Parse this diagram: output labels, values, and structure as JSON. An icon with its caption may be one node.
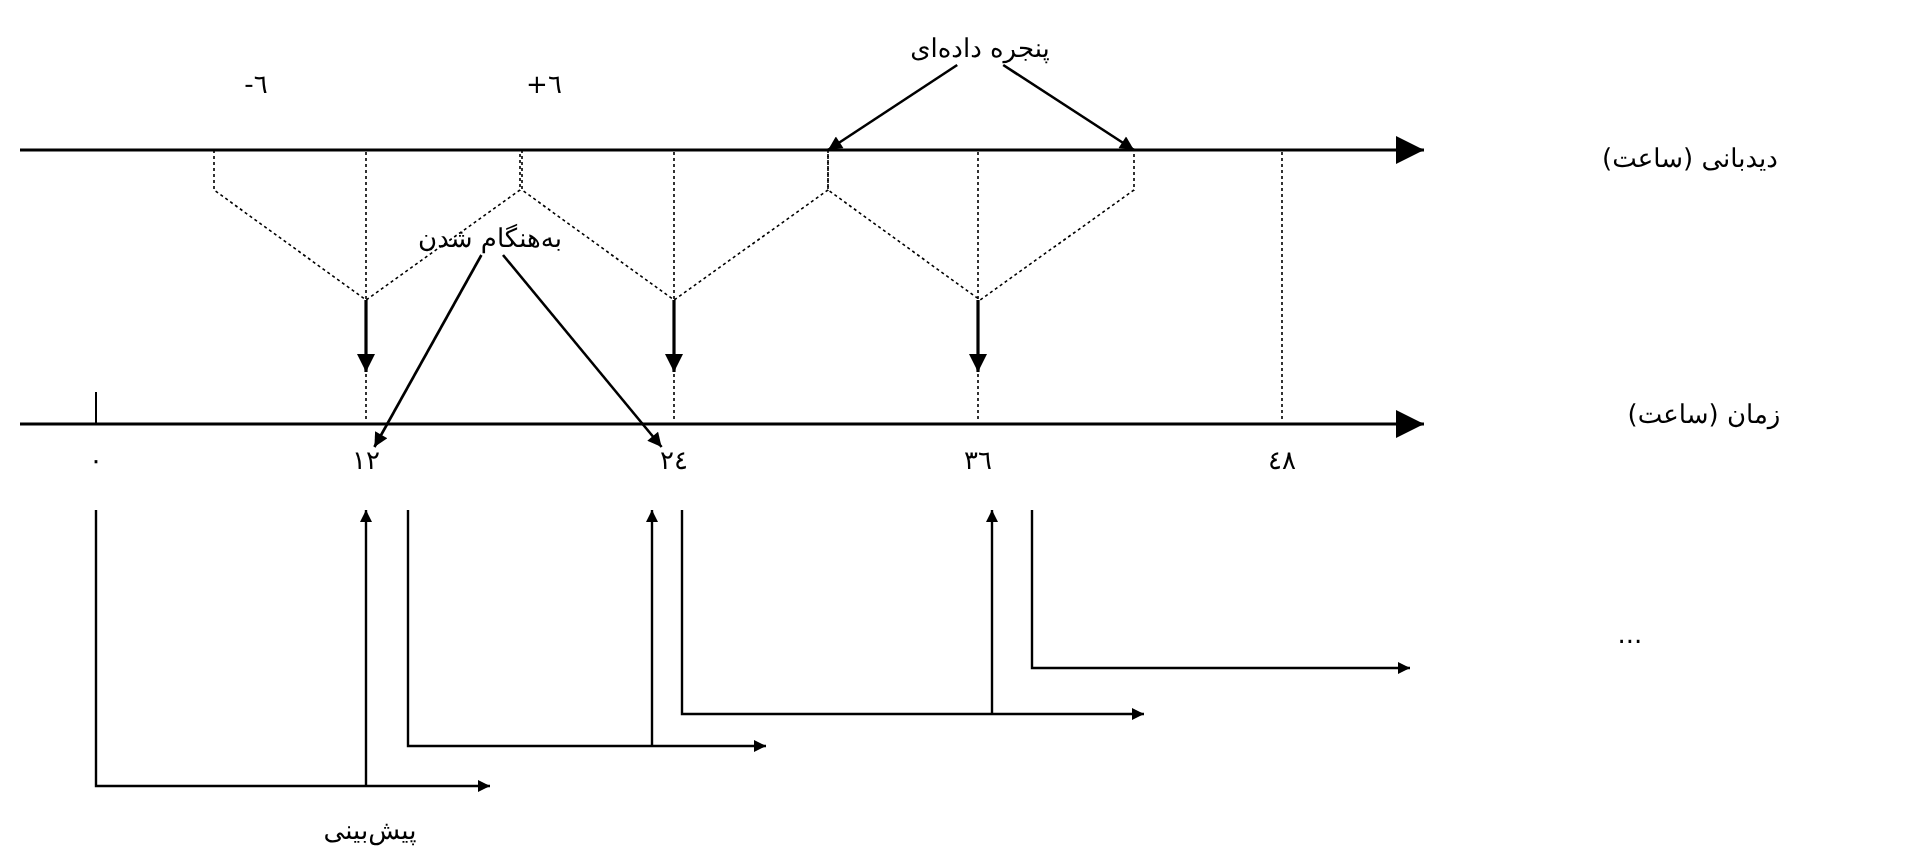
{
  "diagram": {
    "nodes": [
      {
        "text": [
          "پنجره داده‌ای"
        ]
      },
      {
        "text": [
          "به‌هنگام شدن"
        ]
      },
      {
        "text": [],
        "shape": "bracket"
      },
      {
        "text": [],
        "shape": "bracket"
      },
      {
        "text": [],
        "shape": "bracket"
      },
      {
        "text": [
          "١٢"
        ]
      },
      {
        "text": [
          "٢٤"
        ]
      }
    ],
    "edges": [
      {
        "from": 0,
        "to": 4,
        "arrow": "to"
      },
      {
        "from": 0,
        "to": 4,
        "arrow": "to"
      },
      {
        "from": 1,
        "to": 5,
        "arrow": "to"
      },
      {
        "from": 1,
        "to": 6,
        "arrow": "to"
      }
    ],
    "labels": [
      "-٦",
      "+٦",
      "دیدبانی (ساعت)",
      "زمان (ساعت)",
      "٠",
      "٣٦",
      "٤٨",
      "...",
      "پیش‌بینی"
    ]
  }
}
